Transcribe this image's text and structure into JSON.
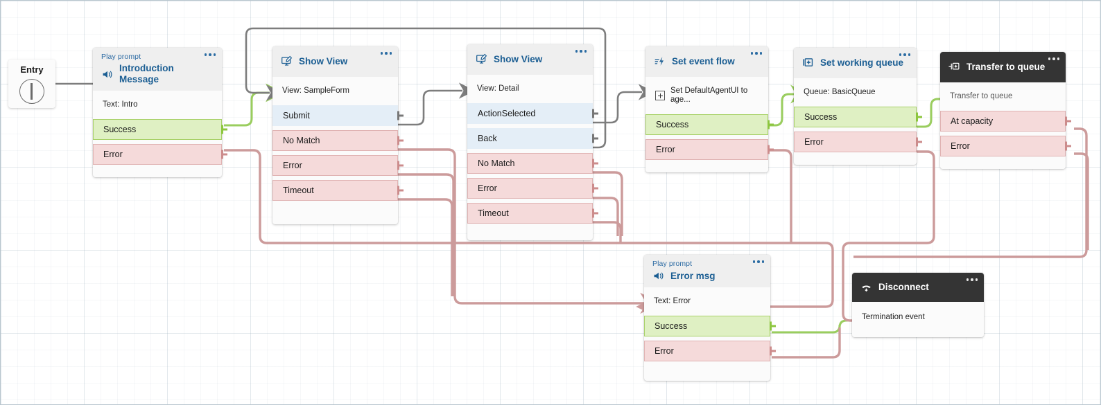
{
  "canvas": {
    "grid": true,
    "border_color": "#b9c6cf",
    "accent_blue": "#1b5e93",
    "success_color": "#8dc63f",
    "error_color": "#cc8c8c",
    "action_color": "#777777",
    "dark_header": "#343434"
  },
  "entry": {
    "label": "Entry",
    "icon": "flow-start-icon"
  },
  "nodes": [
    {
      "id": "introduction-message",
      "kicker": "Play prompt",
      "title": "Introduction Message",
      "icon": "speaker-icon",
      "dark": false,
      "subline": "Text: Intro",
      "ports": [
        {
          "label": "Success",
          "type": "success"
        },
        {
          "label": "Error",
          "type": "error"
        }
      ]
    },
    {
      "id": "show-view-sampleform",
      "kicker": "",
      "title": "Show View",
      "icon": "monitor-pencil-icon",
      "dark": false,
      "subline": "View: SampleForm",
      "ports": [
        {
          "label": "Submit",
          "type": "action"
        },
        {
          "label": "No Match",
          "type": "error"
        },
        {
          "label": "Error",
          "type": "error"
        },
        {
          "label": "Timeout",
          "type": "error"
        }
      ]
    },
    {
      "id": "show-view-detail",
      "kicker": "",
      "title": "Show View",
      "icon": "monitor-pencil-icon",
      "dark": false,
      "subline": "View: Detail",
      "ports": [
        {
          "label": "ActionSelected",
          "type": "action"
        },
        {
          "label": "Back",
          "type": "action"
        },
        {
          "label": "No Match",
          "type": "error"
        },
        {
          "label": "Error",
          "type": "error"
        },
        {
          "label": "Timeout",
          "type": "error"
        }
      ]
    },
    {
      "id": "set-event-flow",
      "kicker": "",
      "title": "Set event flow",
      "icon": "event-flow-icon",
      "dark": false,
      "subline": "Set DefaultAgentUI to age...",
      "subline_has_plus": true,
      "ports": [
        {
          "label": "Success",
          "type": "success"
        },
        {
          "label": "Error",
          "type": "error"
        }
      ]
    },
    {
      "id": "set-working-queue",
      "kicker": "",
      "title": "Set working queue",
      "icon": "queue-plus-icon",
      "dark": false,
      "subline": "Queue: BasicQueue",
      "ports": [
        {
          "label": "Success",
          "type": "success"
        },
        {
          "label": "Error",
          "type": "error"
        }
      ]
    },
    {
      "id": "transfer-to-queue",
      "kicker": "",
      "title": "Transfer to queue",
      "icon": "transfer-queue-icon",
      "dark": true,
      "subline": "Transfer to queue",
      "ports": [
        {
          "label": "At capacity",
          "type": "error"
        },
        {
          "label": "Error",
          "type": "error"
        }
      ]
    },
    {
      "id": "error-msg",
      "kicker": "Play prompt",
      "title": "Error msg",
      "icon": "speaker-icon",
      "dark": false,
      "subline": "Text: Error",
      "ports": [
        {
          "label": "Success",
          "type": "success"
        },
        {
          "label": "Error",
          "type": "error"
        }
      ]
    },
    {
      "id": "disconnect",
      "kicker": "",
      "title": "Disconnect",
      "icon": "disconnect-phone-icon",
      "dark": true,
      "termination": "Termination event",
      "ports": []
    }
  ]
}
